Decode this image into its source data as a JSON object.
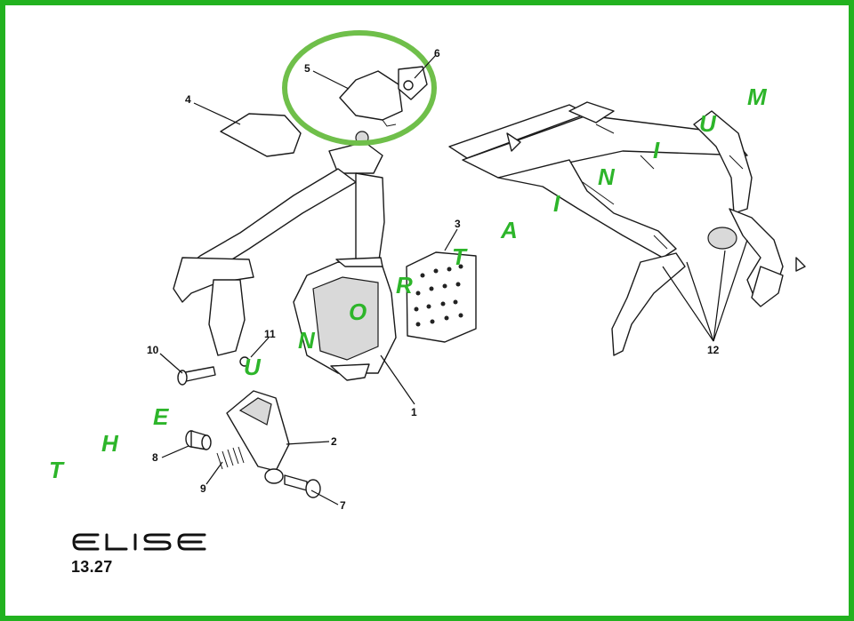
{
  "brand": "ELISE",
  "page_number": "13.27",
  "watermark": [
    "T",
    "H",
    "E",
    "U",
    "N",
    "O",
    "R",
    "T",
    "A",
    "I",
    "N",
    "I",
    "U",
    "M"
  ],
  "callouts": [
    "1",
    "2",
    "3",
    "4",
    "5",
    "6",
    "7",
    "8",
    "9",
    "10",
    "11",
    "12"
  ],
  "colors": {
    "frame": "#22b21f",
    "watermark": "#2db52a",
    "highlight": "#6fbf4a"
  }
}
